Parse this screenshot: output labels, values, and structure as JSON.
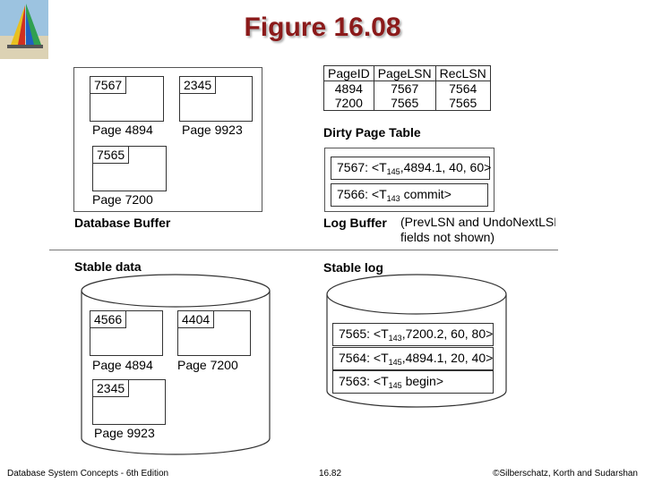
{
  "title": "Figure 16.08",
  "database_buffer": {
    "label": "Database Buffer",
    "pages": [
      {
        "lsn": "7567",
        "name": "Page 4894"
      },
      {
        "lsn": "2345",
        "name": "Page 9923"
      },
      {
        "lsn": "7565",
        "name": "Page 7200"
      }
    ]
  },
  "dirty_page_table": {
    "label": "Dirty Page Table",
    "headers": [
      "PageID",
      "PageLSN",
      "RecLSN"
    ],
    "rows": [
      [
        "4894",
        "7567",
        "7564"
      ],
      [
        "7200",
        "7565",
        "7565"
      ]
    ]
  },
  "log_buffer": {
    "label": "Log Buffer",
    "note_line1": "(PrevLSN and UndoNextLSN",
    "note_line2": "fields not shown)",
    "records": [
      {
        "pre": "7567: <T",
        "sub": "145",
        "post": ",4894.1, 40, 60>"
      },
      {
        "pre": "7566: <T",
        "sub": "143",
        "post": " commit>"
      }
    ]
  },
  "stable_data": {
    "label": "Stable data",
    "pages": [
      {
        "lsn": "4566",
        "name": "Page 4894"
      },
      {
        "lsn": "4404",
        "name": "Page 7200"
      },
      {
        "lsn": "2345",
        "name": "Page 9923"
      }
    ]
  },
  "stable_log": {
    "label": "Stable log",
    "records": [
      {
        "pre": "7565: <T",
        "sub": "143",
        "post": ",7200.2, 60, 80>"
      },
      {
        "pre": "7564: <T",
        "sub": "145",
        "post": ",4894.1, 20, 40>"
      },
      {
        "pre": "7563: <T",
        "sub": "145",
        "post": " begin>"
      }
    ]
  },
  "footer": {
    "left": "Database System Concepts - 6th Edition",
    "center": "16.82",
    "right": "©Silberschatz, Korth and Sudarshan"
  }
}
